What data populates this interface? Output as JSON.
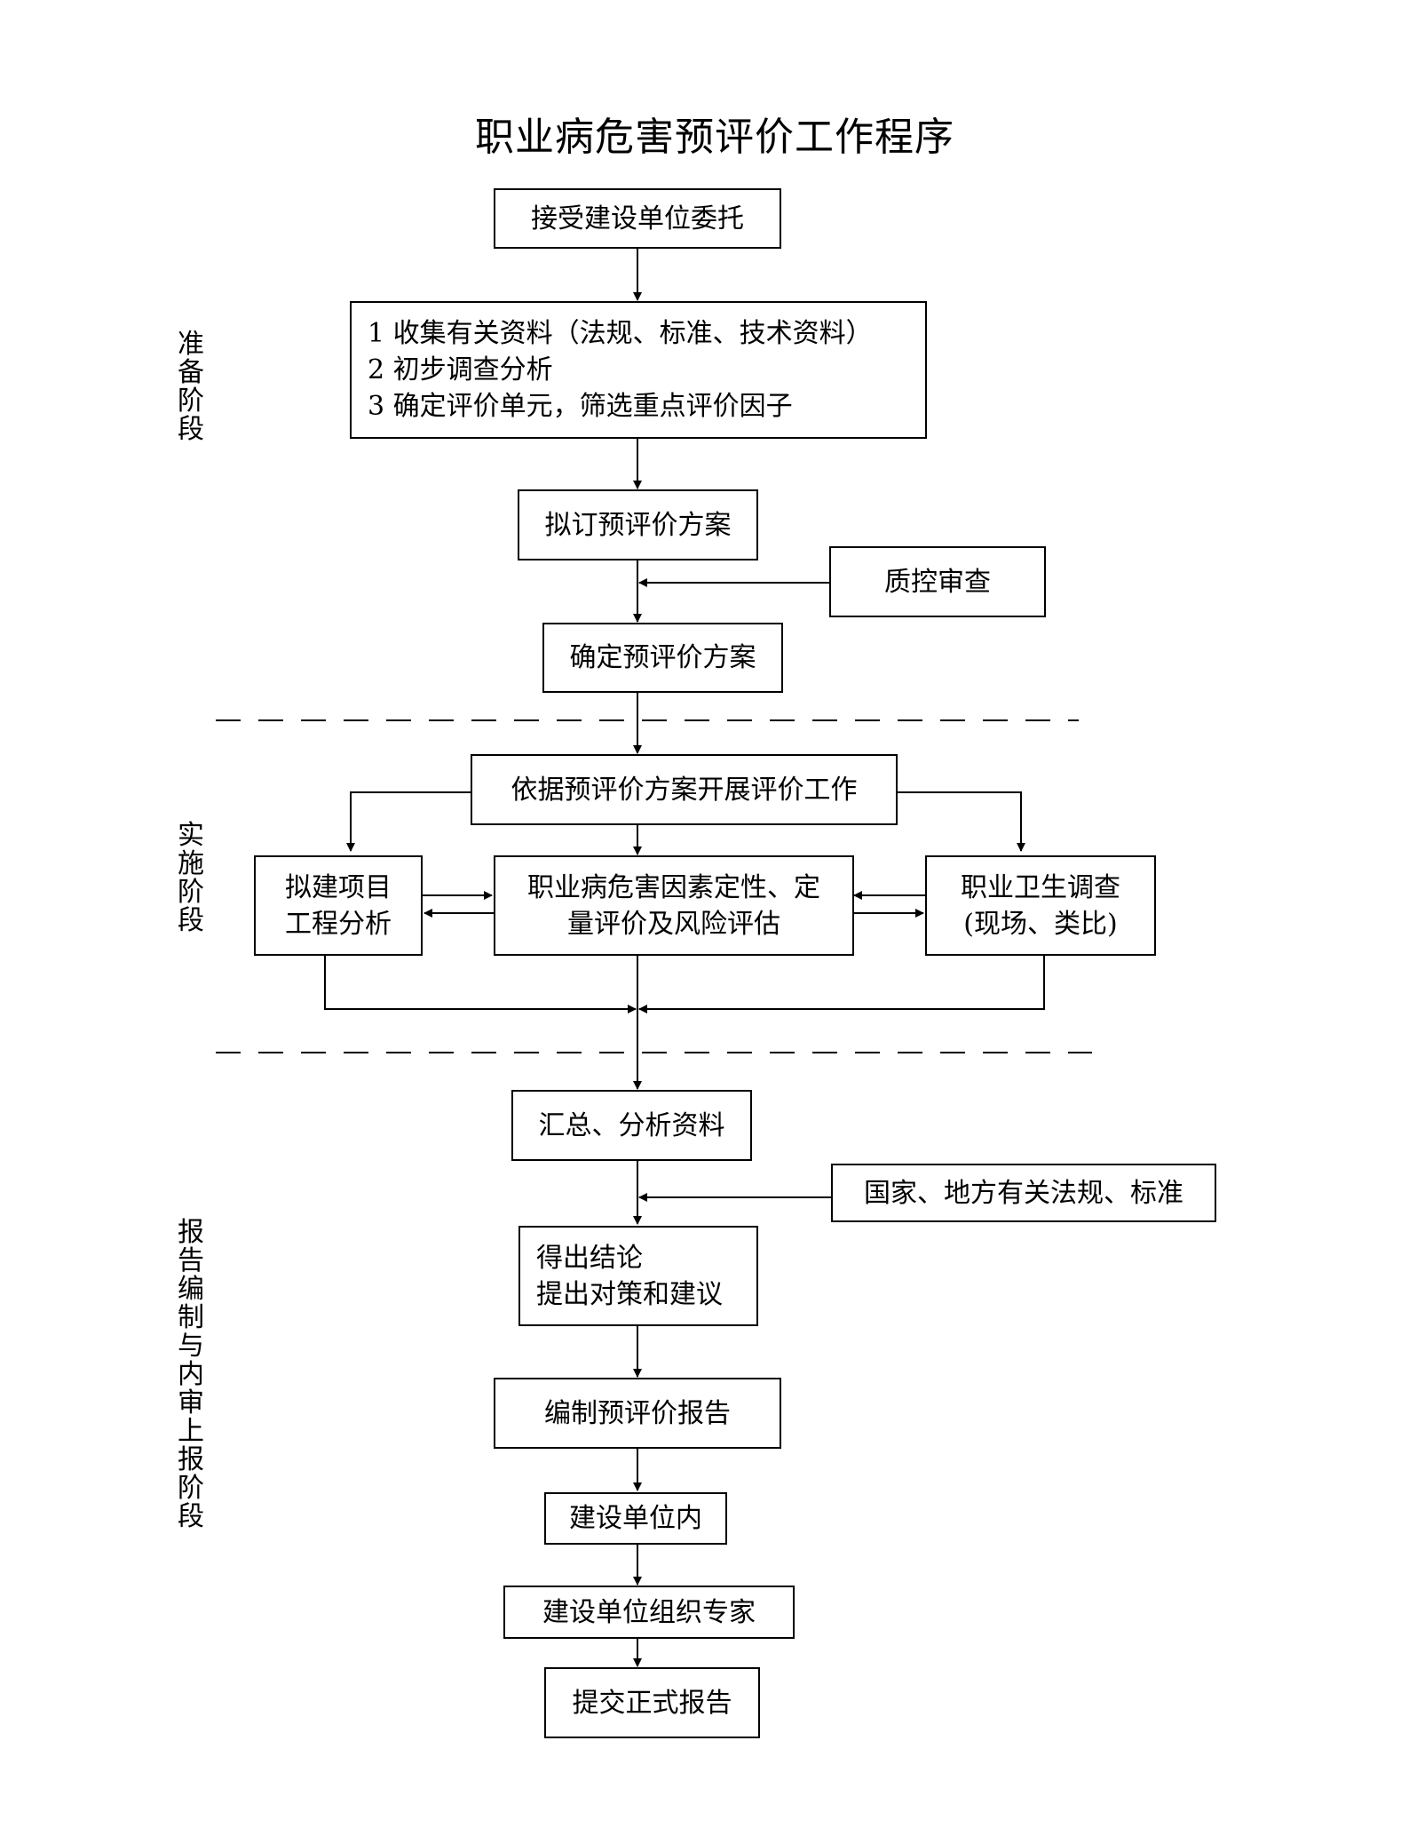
{
  "title": "职业病危害预评价工作程序",
  "stages": {
    "prep": "准备阶段",
    "impl": "实施阶段",
    "report": "报告编制与内审上报阶段"
  },
  "boxes": {
    "accept": "接受建设单位委托",
    "collect": [
      "1 收集有关资料（法规、标准、技术资料）",
      "2 初步调查分析",
      "3 确定评价单元，筛选重点评价因子"
    ],
    "draft_plan": "拟订预评价方案",
    "qc_review": "质控审查",
    "confirm_plan": "确定预评价方案",
    "carry_out": "依据预评价方案开展评价工作",
    "project_analysis": [
      "拟建项目",
      "工程分析"
    ],
    "hazard_eval": [
      "职业病危害因素定性、定",
      "量评价及风险评估"
    ],
    "survey": [
      "职业卫生调查",
      "(现场、类比)"
    ],
    "summarize": "汇总、分析资料",
    "regulations": "国家、地方有关法规、标准",
    "conclusion": [
      "得出结论",
      "提出对策和建议"
    ],
    "write_report": "编制预评价报告",
    "internal": "建设单位内",
    "experts": "建设单位组织专家",
    "submit": "提交正式报告"
  }
}
